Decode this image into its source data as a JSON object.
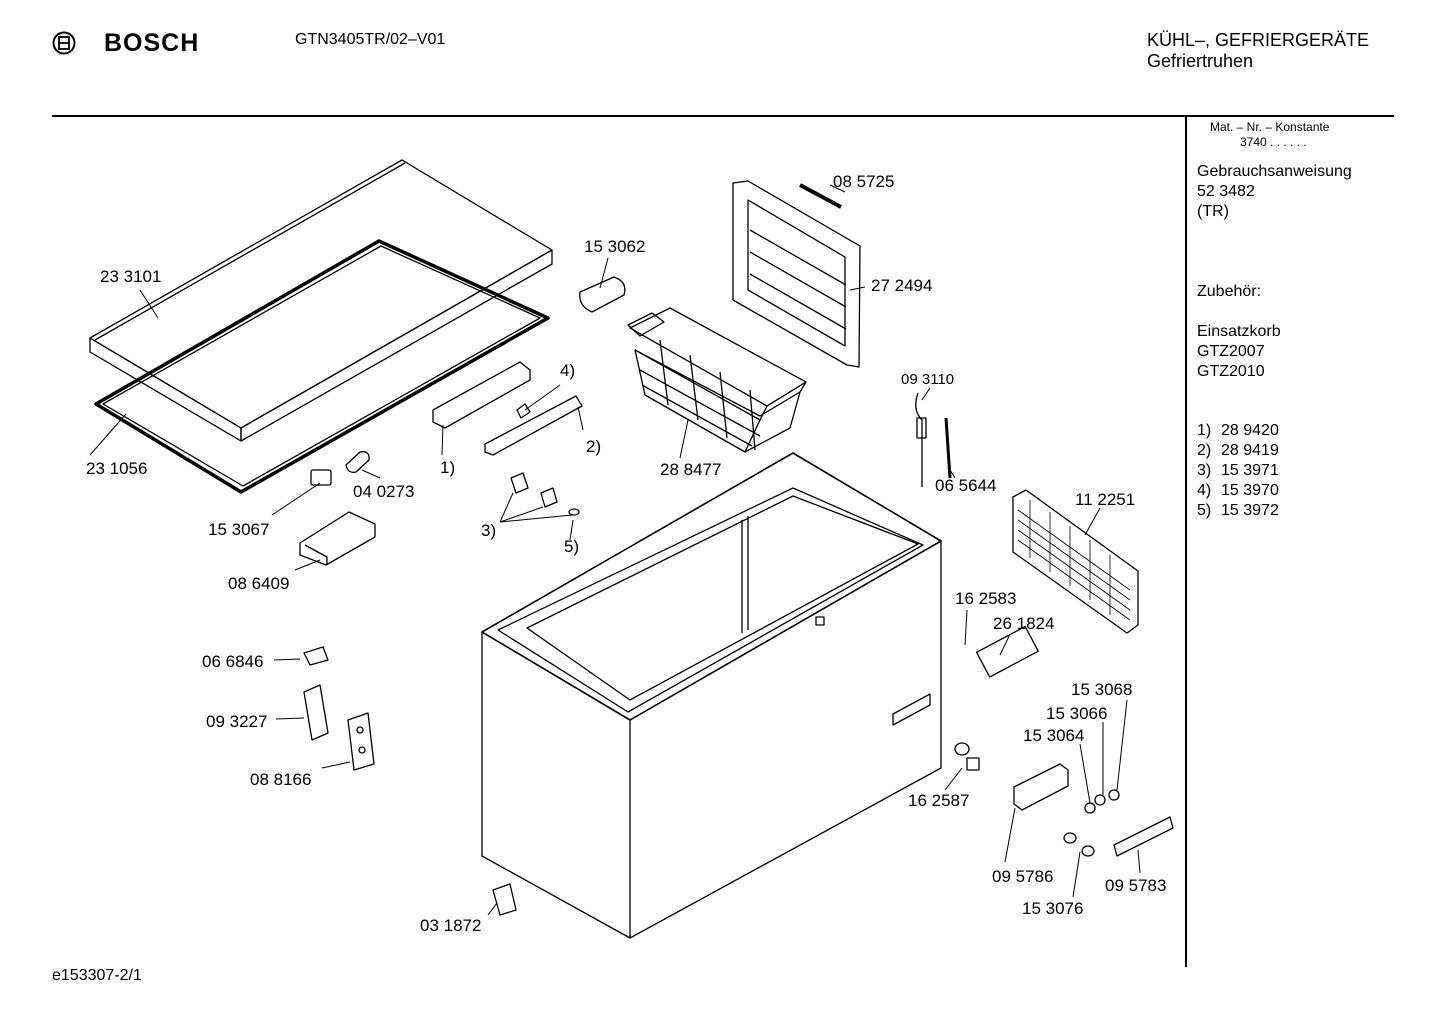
{
  "header": {
    "brand": "BOSCH",
    "model": "GTN3405TR/02–V01",
    "category_line1": "KÜHL–, GEFRIERGERÄTE",
    "category_line2": "Gefriertruhen"
  },
  "sidebar": {
    "mat_nr_label": "Mat. – Nr. – Konstante",
    "mat_nr_value": "3740 . . . . . .",
    "manual_label": "Gebrauchsanweisung",
    "manual_number": "52 3482",
    "manual_lang": "(TR)",
    "accessories_label": "Zubehör:",
    "basket_label": "Einsatzkorb",
    "basket_models": [
      "GTZ2007",
      "GTZ2010"
    ],
    "footnotes": [
      {
        "key": "1)",
        "part": "28 9420"
      },
      {
        "key": "2)",
        "part": "28 9419"
      },
      {
        "key": "3)",
        "part": "15 3971"
      },
      {
        "key": "4)",
        "part": "15 3970"
      },
      {
        "key": "5)",
        "part": "15 3972"
      }
    ]
  },
  "parts": [
    "23 3101",
    "23 1056",
    "15 3067",
    "04 0273",
    "08 6409",
    "1)",
    "2)",
    "3)",
    "4)",
    "5)",
    "15 3062",
    "28 8477",
    "08 5725",
    "27 2494",
    "09 3110",
    "06 5644",
    "11 2251",
    "16 2583",
    "26 1824",
    "15 3068",
    "15 3066",
    "15 3064",
    "16 2587",
    "09 5786",
    "15 3076",
    "09 5783",
    "06 6846",
    "09 3227",
    "08 8166",
    "03 1872"
  ],
  "footer": {
    "drawing_id": "e153307-2/1"
  }
}
